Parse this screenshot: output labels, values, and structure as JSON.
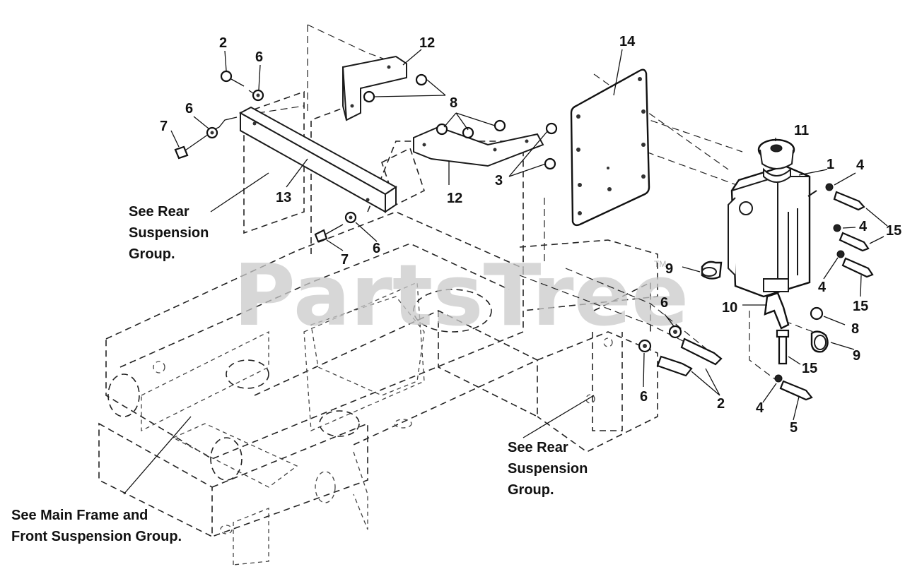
{
  "watermark": {
    "text": "PartsTree",
    "trademark": "TM"
  },
  "callouts": [
    {
      "id": "c2a",
      "label": "2"
    },
    {
      "id": "c6a",
      "label": "6"
    },
    {
      "id": "c12a",
      "label": "12"
    },
    {
      "id": "c14",
      "label": "14"
    },
    {
      "id": "c6b",
      "label": "6"
    },
    {
      "id": "c7a",
      "label": "7"
    },
    {
      "id": "c8a",
      "label": "8"
    },
    {
      "id": "c11",
      "label": "11"
    },
    {
      "id": "c1",
      "label": "1"
    },
    {
      "id": "c4a",
      "label": "4"
    },
    {
      "id": "c3",
      "label": "3"
    },
    {
      "id": "c12b",
      "label": "12"
    },
    {
      "id": "c13",
      "label": "13"
    },
    {
      "id": "c15a",
      "label": "15"
    },
    {
      "id": "c4b",
      "label": "4"
    },
    {
      "id": "c6c",
      "label": "6"
    },
    {
      "id": "c7b",
      "label": "7"
    },
    {
      "id": "c9a",
      "label": "9"
    },
    {
      "id": "c4c",
      "label": "4"
    },
    {
      "id": "c15b",
      "label": "15"
    },
    {
      "id": "c10",
      "label": "10"
    },
    {
      "id": "c6d",
      "label": "6"
    },
    {
      "id": "c8b",
      "label": "8"
    },
    {
      "id": "c9b",
      "label": "9"
    },
    {
      "id": "c15c",
      "label": "15"
    },
    {
      "id": "c6e",
      "label": "6"
    },
    {
      "id": "c2b",
      "label": "2"
    },
    {
      "id": "c4d",
      "label": "4"
    },
    {
      "id": "c5",
      "label": "5"
    }
  ],
  "notes": {
    "rear_suspension_left": [
      "See Rear",
      "Suspension",
      "Group."
    ],
    "rear_suspension_right": [
      "See Rear",
      "Suspension",
      "Group."
    ],
    "main_frame": [
      "See Main Frame and",
      "Front Suspension Group."
    ]
  }
}
